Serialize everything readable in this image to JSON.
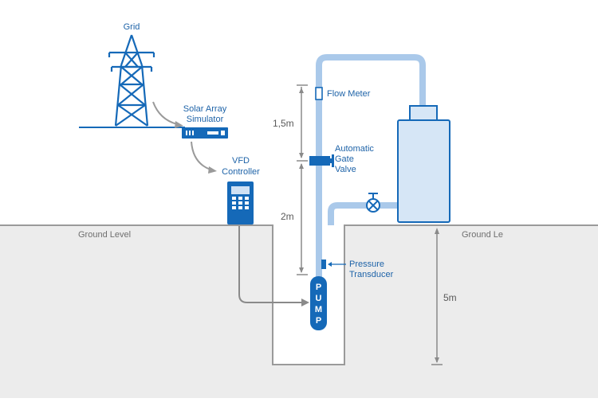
{
  "colors": {
    "blue": "#1569b8",
    "light_pipe": "#aac9ea",
    "tank_fill": "#d6e6f6",
    "ground": "#ececec",
    "ground_line": "#9a9a9a",
    "arrow_gray": "#9a9a9a",
    "dim_gray": "#8a8a8a"
  },
  "labels": {
    "grid": "Grid",
    "solar_line1": "Solar Array",
    "solar_line2": "Simulator",
    "vfd_line1": "VFD",
    "vfd_line2": "Controller",
    "flow_meter": "Flow Meter",
    "valve_line1": "Automatic",
    "valve_line2": "Gate",
    "valve_line3": "Valve",
    "pressure_line1": "Pressure",
    "pressure_line2": "Transducer",
    "ground_left": "Ground Level",
    "ground_right": "Ground Le",
    "pump_letters": [
      "P",
      "U",
      "M",
      "P"
    ],
    "dim_upper": "1,5m",
    "dim_lower": "2m",
    "dim_well": "5m"
  },
  "icons": {
    "tower": "transmission-tower-icon",
    "simulator": "solar-array-simulator-icon",
    "vfd": "vfd-controller-icon",
    "valve": "gate-valve-icon",
    "hand_valve": "hand-valve-icon"
  }
}
